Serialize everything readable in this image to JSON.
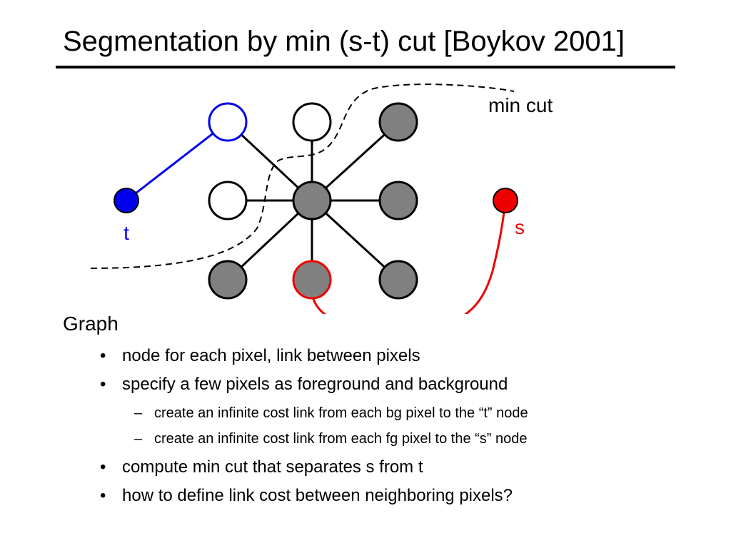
{
  "slide": {
    "title": "Segmentation by min (s-t) cut [Boykov 2001]"
  },
  "diagram": {
    "t_label": "t",
    "s_label": "s",
    "cut_label": "min cut",
    "colors": {
      "background_terminal": "#0000ee",
      "foreground_terminal": "#ee0000",
      "pixel_fill": "#808080",
      "edge": "#000000"
    }
  },
  "text": {
    "heading": "Graph",
    "bullets": [
      {
        "marker": "•",
        "text": "node for each pixel, link between pixels",
        "sub": []
      },
      {
        "marker": "•",
        "text": "specify a few pixels as foreground and background",
        "sub": [
          {
            "marker": "–",
            "text": "create an infinite cost link from each bg pixel to the “t” node"
          },
          {
            "marker": "–",
            "text": "create an infinite cost link from each fg pixel to the “s” node"
          }
        ]
      },
      {
        "marker": "•",
        "text": "compute min cut that separates s from t",
        "sub": []
      },
      {
        "marker": "•",
        "text": "how to define link cost between neighboring pixels?",
        "sub": []
      }
    ]
  }
}
